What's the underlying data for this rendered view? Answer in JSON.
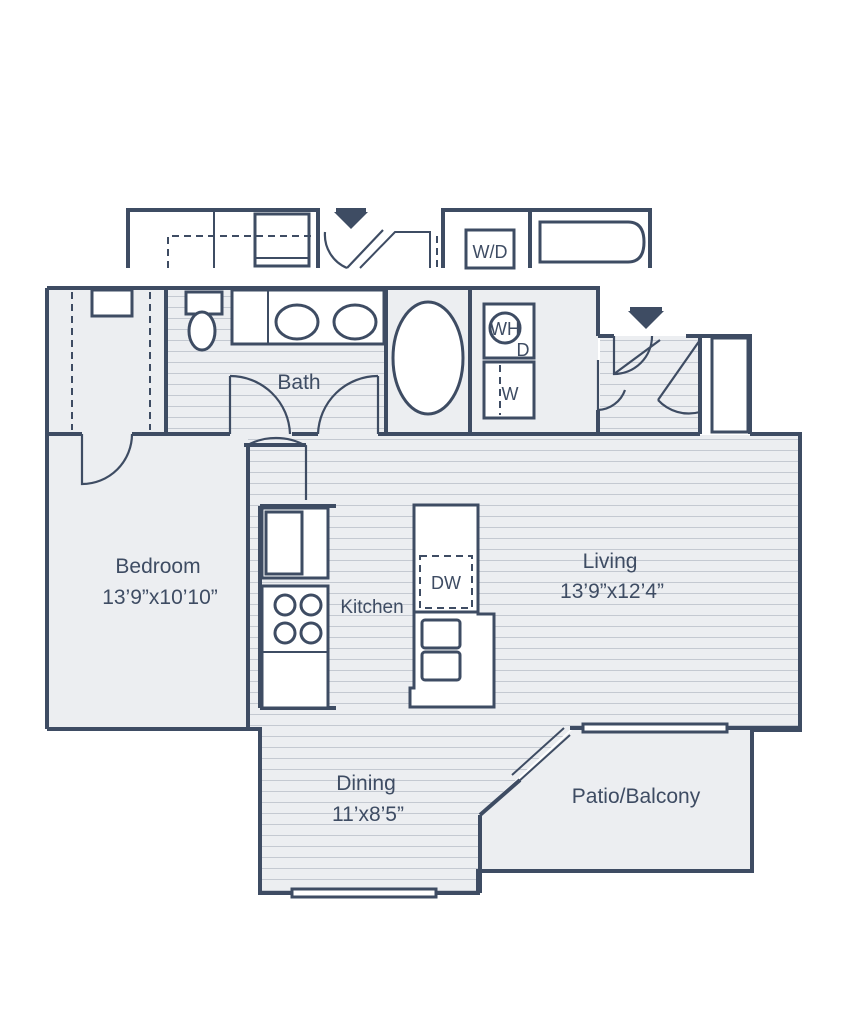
{
  "colors": {
    "wall": "#3e4c63",
    "floor": "#eceef1",
    "floor_lines": "#c4c9d1",
    "background": "#ffffff"
  },
  "rooms": {
    "bedroom": {
      "name": "Bedroom",
      "size": "13’9”x10’10”"
    },
    "bath": {
      "name": "Bath"
    },
    "kitchen": {
      "name": "Kitchen"
    },
    "living": {
      "name": "Living",
      "size": "13’9”x12’4”"
    },
    "dining": {
      "name": "Dining",
      "size": "11’x8’5”"
    },
    "patio": {
      "name": "Patio/Balcony"
    }
  },
  "fixtures": {
    "dishwasher": "DW",
    "water_heater": "WH",
    "dryer": "D",
    "washer": "W",
    "washer_dryer_alt": "W/D"
  },
  "icons": [
    "entry-arrow-icon",
    "alt-entry-arrow-icon"
  ]
}
